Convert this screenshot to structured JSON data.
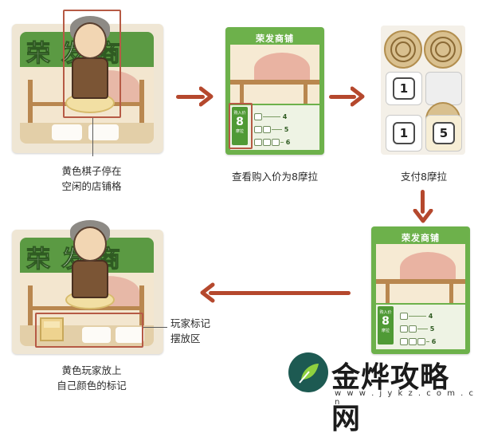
{
  "step1": {
    "shop_sign": "荣发商铺",
    "caption_line1": "黄色棋子停在",
    "caption_line2": "空闲的店铺格"
  },
  "step2": {
    "card_title": "荣发商铺",
    "price_label": "购入价",
    "price_value": "8",
    "price_unit": "摩拉",
    "rows": [
      "4",
      "5",
      "6"
    ],
    "caption": "查看购入价为8摩拉"
  },
  "step3": {
    "coins": [
      "1",
      "1",
      "5"
    ],
    "caption": "支付8摩拉"
  },
  "step4": {
    "card_title": "荣发商铺",
    "price_label": "购入价",
    "price_value": "8",
    "price_unit": "摩拉",
    "rows": [
      "4",
      "5",
      "6"
    ]
  },
  "step5": {
    "shop_sign": "荣发商铺",
    "caption_line1": "黄色玩家放上",
    "caption_line2": "自己颜色的标记",
    "marker_label_line1": "玩家标记",
    "marker_label_line2": "摆放区"
  },
  "colors": {
    "arrow": "#b5482d",
    "card_green": "#6db14b",
    "highlight": "#b65a45",
    "player_yellow": "#eed38f"
  },
  "watermark": {
    "name": "金烨攻略网",
    "url": "w w w . j y k z . c o m . c n"
  }
}
